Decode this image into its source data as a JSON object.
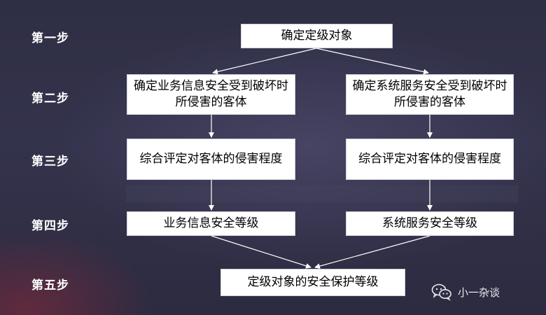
{
  "steps": [
    "第一步",
    "第二步",
    "第三步",
    "第四步",
    "第五步"
  ],
  "boxes": {
    "top": "确定定级对象",
    "left_step2": "确定业务信息安全受到破坏时所侵害的客体",
    "right_step2": "确定系统服务安全受到破坏时所侵害的客体",
    "left_step3": "综合评定对客体的侵害程度",
    "right_step3": "综合评定对客体的侵害程度",
    "left_step4": "业务信息安全等级",
    "right_step4": "系统服务安全等级",
    "bottom": "定级对象的安全保护等级"
  },
  "watermark": {
    "text": "小一杂谈",
    "icon": "wechat-icon"
  },
  "colors": {
    "background": "#2f2e45",
    "box": "#ffffff",
    "text_on_box": "#000000",
    "step_label": "#ffffff",
    "arrow": "#ffffff"
  }
}
